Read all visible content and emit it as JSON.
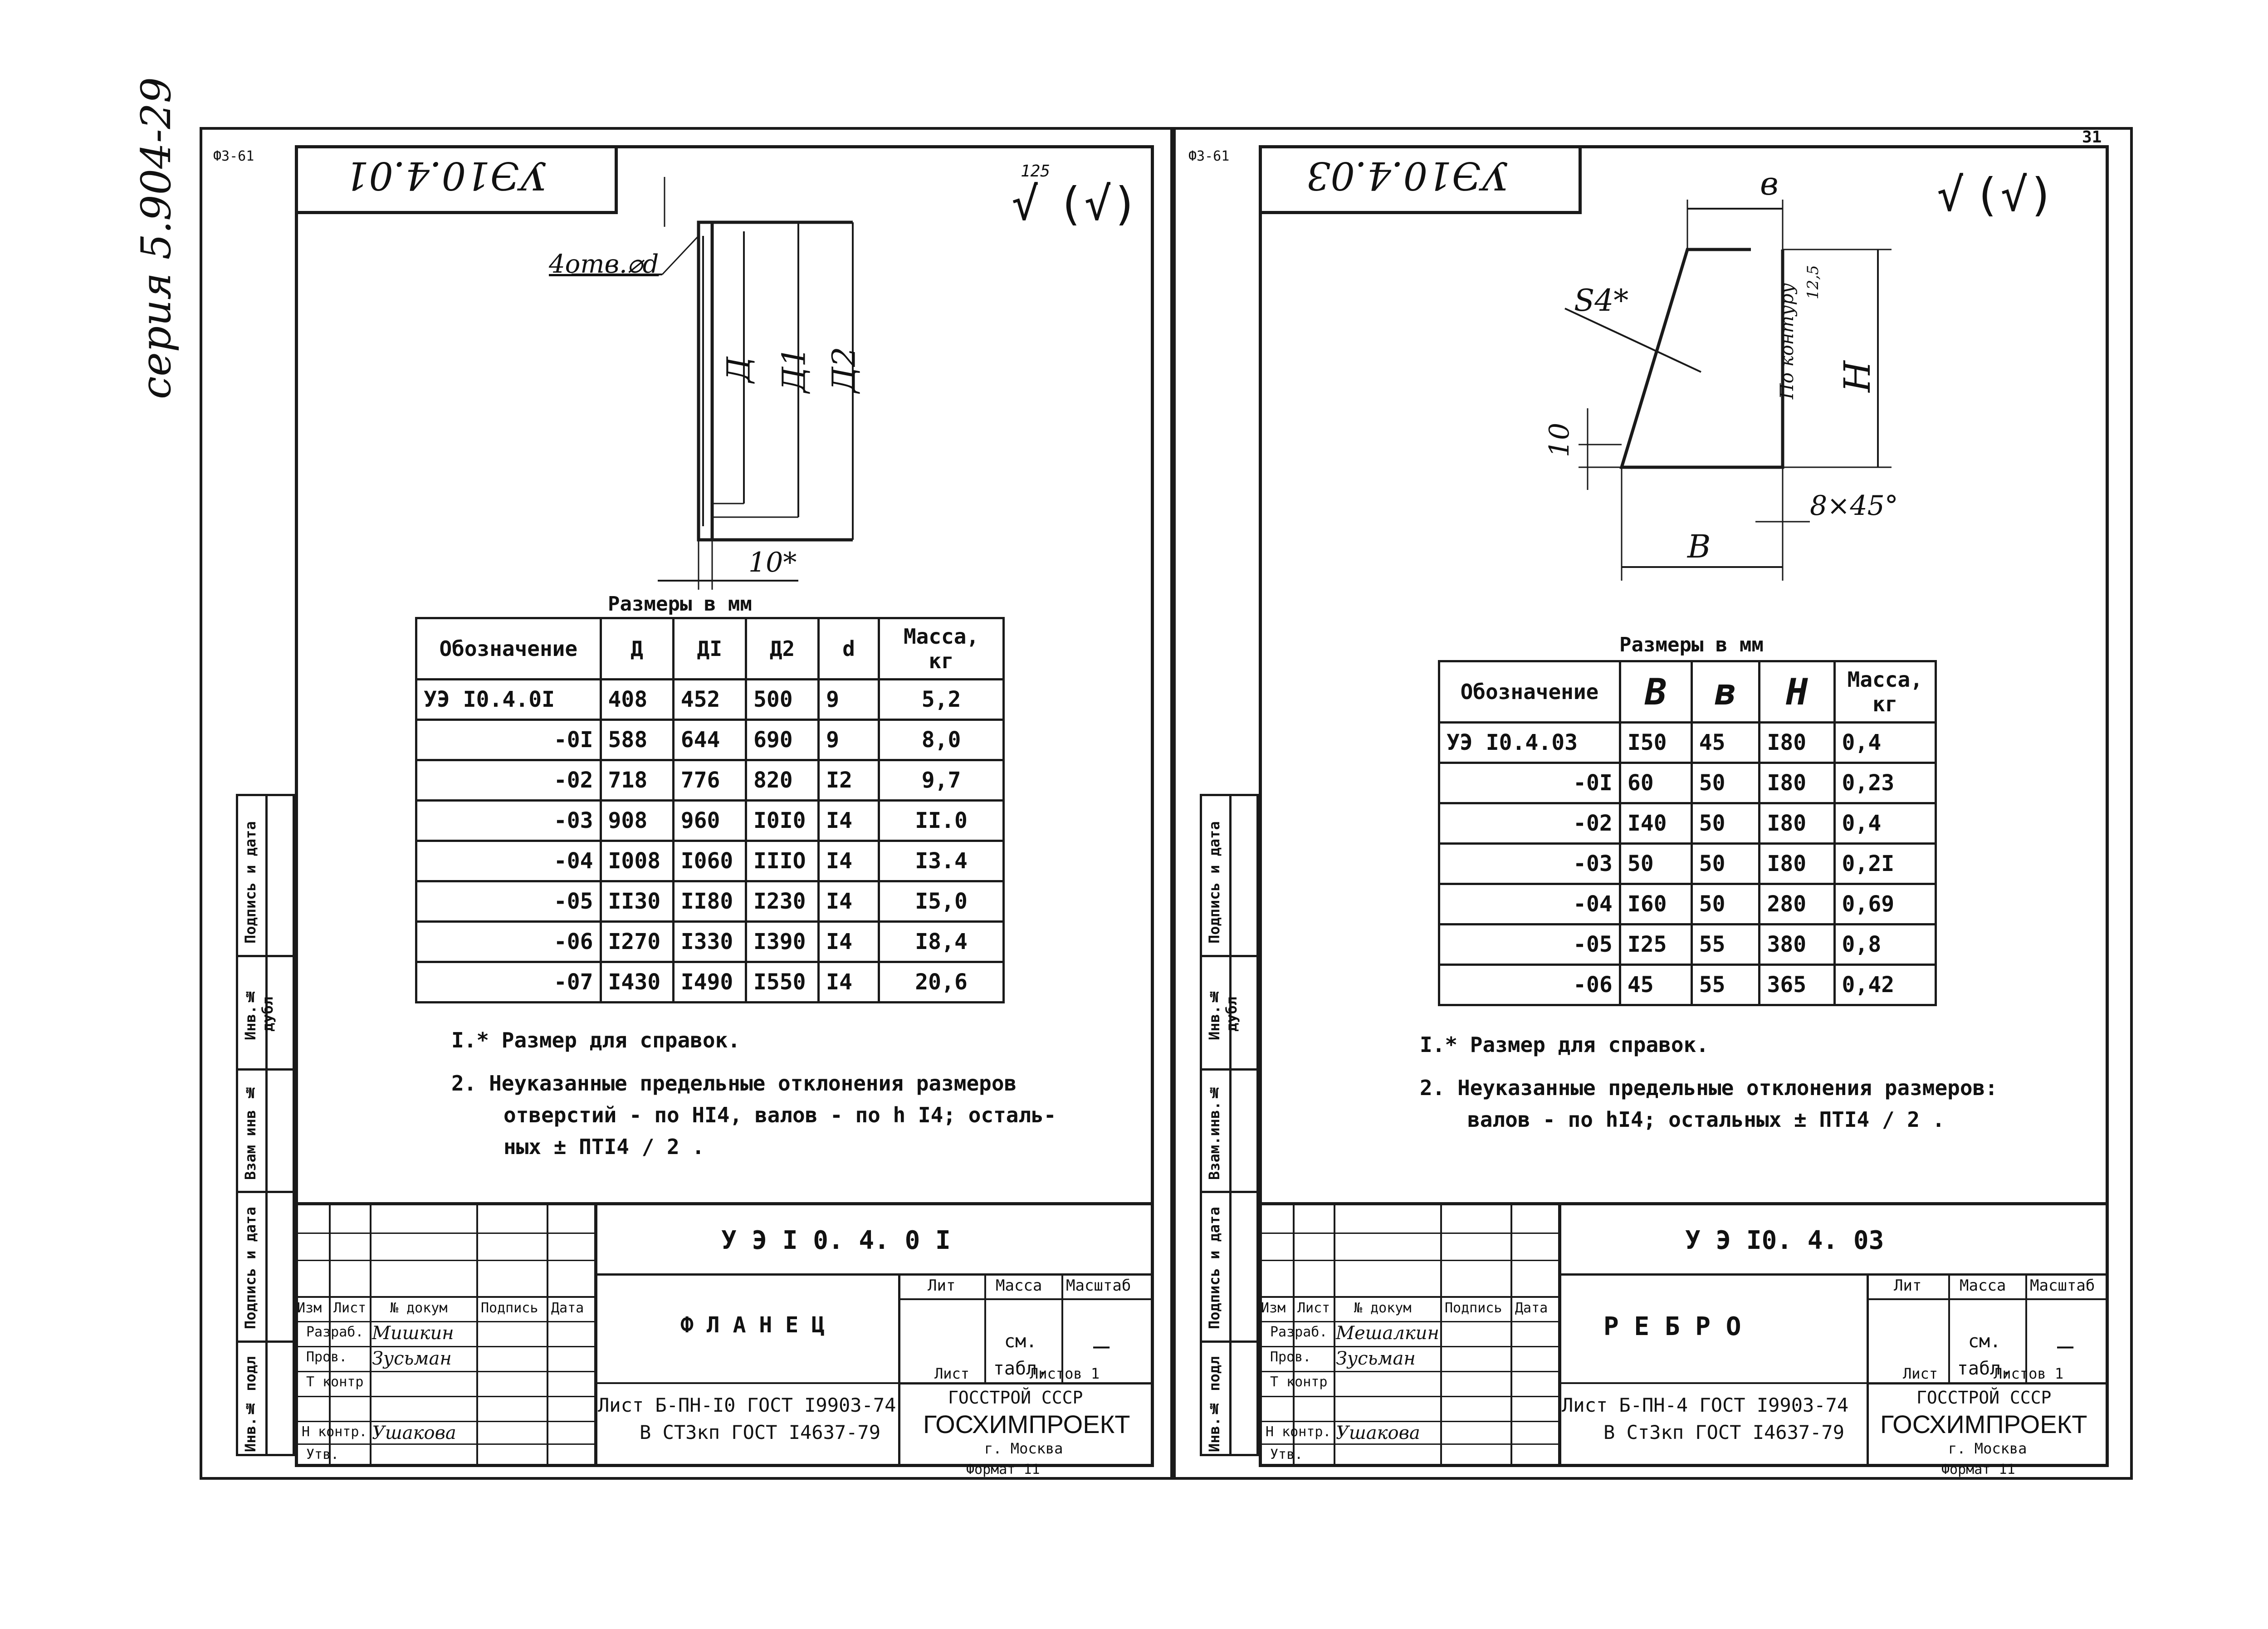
{
  "left": {
    "corner_code": "Ф3-61",
    "top_code": "УЭ10.4.01",
    "series": "серия 5.904-29",
    "roughness": "125",
    "roughness_paren": "(√)",
    "dims": {
      "holes": "4отв.⌀d",
      "d1": "Д",
      "d2": "Д1",
      "d3": "Д2",
      "thick": "10*"
    },
    "table_title": "Размеры в мм",
    "headers": [
      "Обозначение",
      "Д",
      "ДI",
      "Д2",
      "d",
      "Масса, кг"
    ],
    "rows": [
      [
        "УЭ I0.4.0I",
        "408",
        "452",
        "500",
        "9",
        "5,2"
      ],
      [
        "-0I",
        "588",
        "644",
        "690",
        "9",
        "8,0"
      ],
      [
        "-02",
        "718",
        "776",
        "820",
        "I2",
        "9,7"
      ],
      [
        "-03",
        "908",
        "960",
        "I0I0",
        "I4",
        "II.0"
      ],
      [
        "-04",
        "I008",
        "I060",
        "IIIO",
        "I4",
        "I3.4"
      ],
      [
        "-05",
        "II30",
        "II80",
        "I230",
        "I4",
        "I5,0"
      ],
      [
        "-06",
        "I270",
        "I330",
        "I390",
        "I4",
        "I8,4"
      ],
      [
        "-07",
        "I430",
        "I490",
        "I550",
        "I4",
        "20,6"
      ]
    ],
    "notes": [
      "I.* Размер для справок.",
      "2.  Неуказанные предельные отклонения размеров",
      "отверстий - по HI4, валов - по h I4; осталь-",
      "ных ± ΠTI4 / 2 ."
    ],
    "code": "У Э  I 0. 4.  0 I",
    "name": "Ф Л А Н Е Ц",
    "stamp_headers": [
      "Изм",
      "Лист",
      "№ докум",
      "Подпись",
      "Дата"
    ],
    "roles": [
      "Разраб.",
      "Пров.",
      "Т контр",
      "",
      "Н контр.",
      "Утв."
    ],
    "people": [
      "Мишкин",
      "Зусьман",
      "",
      "",
      "Ушакова",
      ""
    ],
    "lit": "Лит",
    "mass": "Масса",
    "scale": "Масштаб",
    "mass_val": "см. табл.",
    "scale_val": "—",
    "sheet": "Лист",
    "sheets": "Листов 1",
    "material_1": "Лист  Б-ПН-I0 ГОСТ I9903-74",
    "material_2": "В СТ3кп  ГОСТ I4637-79",
    "org_1": "ГОССТРОЙ СССР",
    "org_2": "ГОСХИМПРОЕКТ",
    "org_3": "г. Москва",
    "format": "Формат 11",
    "side_labels": [
      "Подпись и дата",
      "Инв.№ дубл",
      "Взам инв №",
      "Подпись и дата",
      "Инв.№ подл"
    ]
  },
  "right": {
    "corner_code": "Ф3-61",
    "page_num": "31",
    "top_code": "УЭ10.4.03",
    "roughness_paren": "(√)",
    "dims": {
      "b": "в",
      "s": "S4*",
      "h10": "10",
      "contour": "По контуру",
      "ra": "12,5",
      "H": "H",
      "B": "B",
      "chamfer": "8×45°"
    },
    "table_title": "Размеры в мм",
    "headers": [
      "Обозначение",
      "B",
      "в",
      "H",
      "Масса, кг"
    ],
    "rows": [
      [
        "УЭ I0.4.03",
        "I50",
        "45",
        "I80",
        "0,4"
      ],
      [
        "-0I",
        "60",
        "50",
        "I80",
        "0,23"
      ],
      [
        "-02",
        "I40",
        "50",
        "I80",
        "0,4"
      ],
      [
        "-03",
        "50",
        "50",
        "I80",
        "0,2I"
      ],
      [
        "-04",
        "I60",
        "50",
        "280",
        "0,69"
      ],
      [
        "-05",
        "I25",
        "55",
        "380",
        "0,8"
      ],
      [
        "-06",
        "45",
        "55",
        "365",
        "0,42"
      ]
    ],
    "notes": [
      "I.* Размер для справок.",
      "2.  Неуказанные предельные отклонения размеров:",
      "валов - по  hI4; остальных ± ΠTI4 / 2 ."
    ],
    "code": "У Э   I0. 4. 03",
    "name": "Р Е Б Р О",
    "stamp_headers": [
      "Изм",
      "Лист",
      "№ докум",
      "Подпись",
      "Дата"
    ],
    "roles": [
      "Разраб.",
      "Пров.",
      "Т контр",
      "",
      "Н контр.",
      "Утв."
    ],
    "people": [
      "Мешалкин",
      "Зусьман",
      "",
      "",
      "Ушакова",
      ""
    ],
    "lit": "Лит",
    "mass": "Масса",
    "scale": "Масштаб",
    "mass_val": "см. табл.",
    "scale_val": "—",
    "sheet": "Лист",
    "sheets": "Листов 1",
    "material_1": "Лист  Б-ПН-4  ГОСТ I9903-74",
    "material_2": "В Ст3кп  ГОСТ I4637-79",
    "org_1": "ГОССТРОЙ СССР",
    "org_2": "ГОСХИМПРОЕКТ",
    "org_3": "г. Москва",
    "format": "Формат 11",
    "side_labels": [
      "Подпись и дата",
      "Инв.№ дубл",
      "Взам.инв.№",
      "Подпись и дата",
      "Инв.№ подл"
    ]
  }
}
